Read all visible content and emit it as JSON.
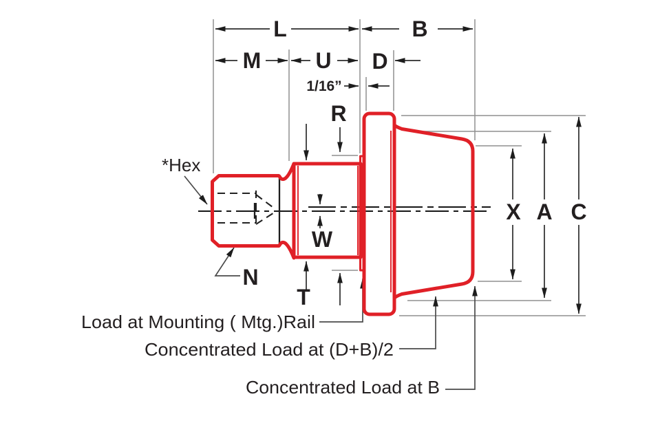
{
  "diagram": {
    "dimension_labels": {
      "L": "L",
      "B": "B",
      "M": "M",
      "U": "U",
      "D": "D",
      "gap": "1/16”",
      "R": "R",
      "hex": "*Hex",
      "N": "N",
      "T": "T",
      "W": "W",
      "X": "X",
      "A": "A",
      "C": "C"
    },
    "annotations": {
      "load_at_rail": "Load at Mounting ( Mtg.)Rail",
      "concentrated_load_mid": "Concentrated Load at (D+B)/2",
      "concentrated_load_b": "Concentrated Load at B"
    },
    "colors": {
      "part-red": "#e02027",
      "line-dark": "#2b2b2b",
      "line-gray": "#8f8f8f",
      "text": "#231f20",
      "background": "#ffffff"
    }
  }
}
